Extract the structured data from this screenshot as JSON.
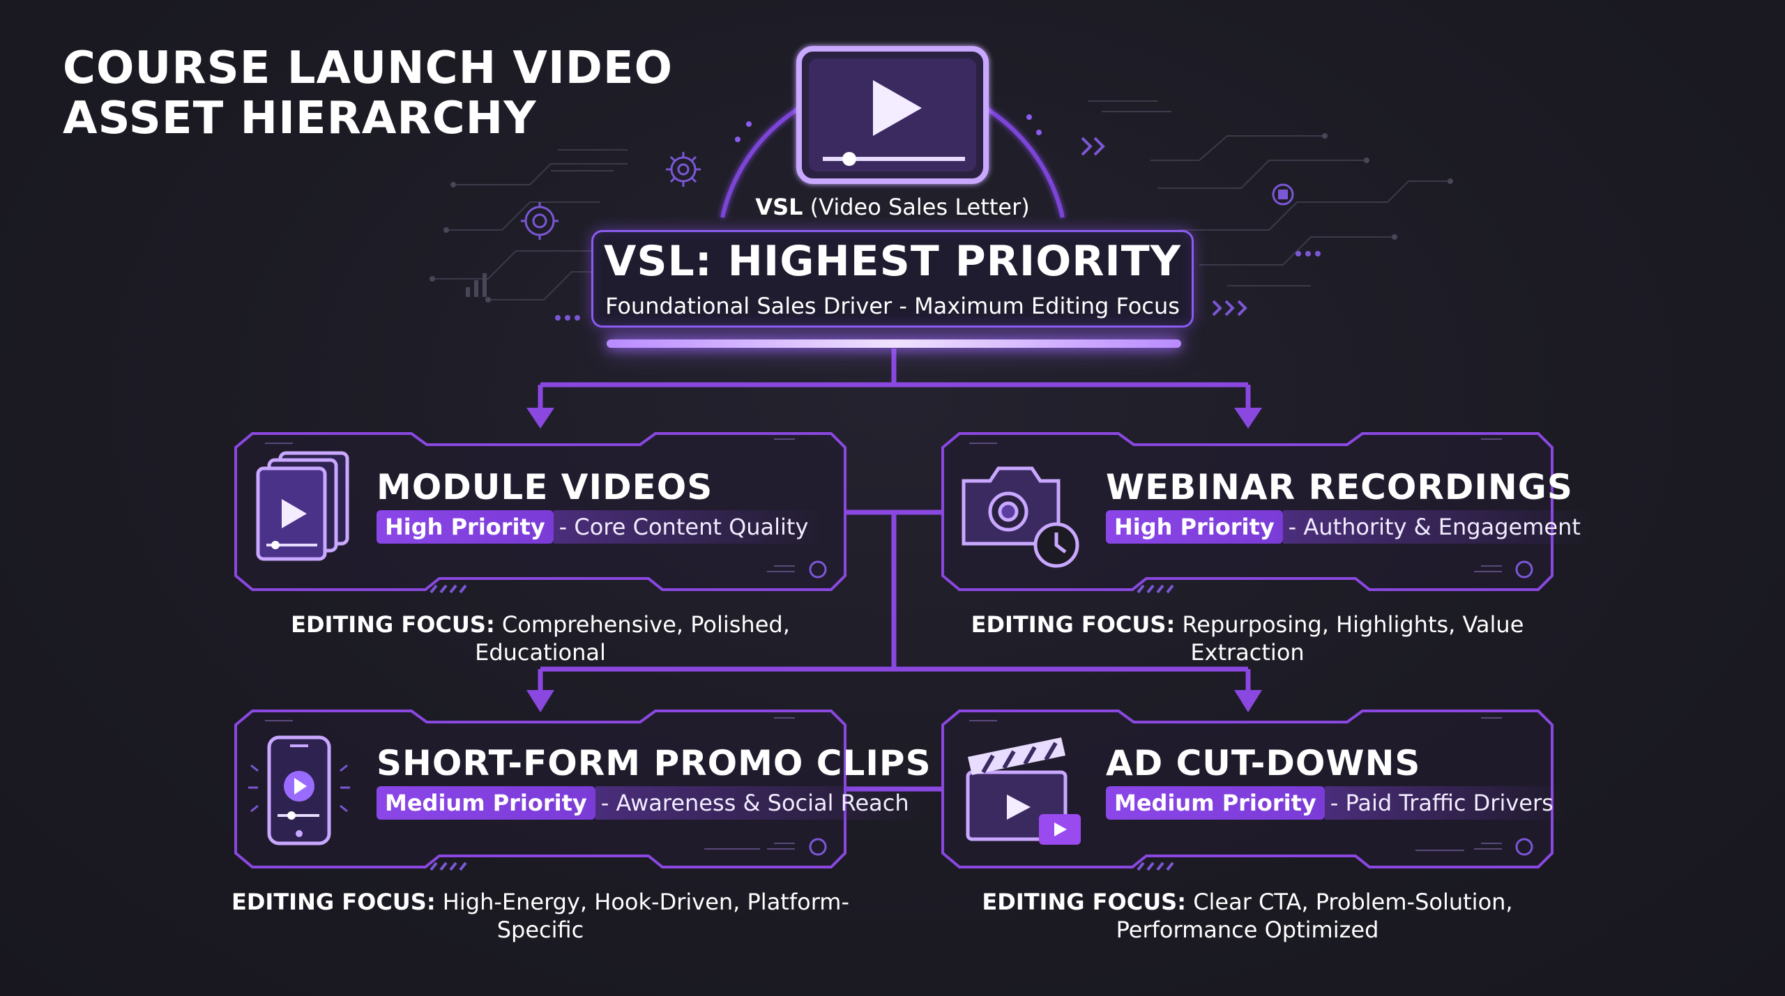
{
  "title": {
    "line1": "COURSE LAUNCH VIDEO",
    "line2": "ASSET HIERARCHY"
  },
  "vsl": {
    "caption_bold": "VSL",
    "caption_rest": " (Video Sales Letter)",
    "title": "VSL: HIGHEST PRIORITY",
    "subtitle": "Foundational Sales Driver - Maximum Editing Focus"
  },
  "focus_prefix": "EDITING FOCUS:",
  "cards": [
    {
      "title": "MODULE VIDEOS",
      "priority": "High Priority",
      "priority_desc": "- Core Content Quality",
      "focus": "Comprehensive, Polished, Educational",
      "icon": "video-files-icon"
    },
    {
      "title": "WEBINAR RECORDINGS",
      "priority": "High Priority",
      "priority_desc": "- Authority & Engagement",
      "focus": "Repurposing, Highlights, Value Extraction",
      "icon": "camera-clock-icon"
    },
    {
      "title": "SHORT-FORM PROMO CLIPS",
      "priority": "Medium Priority",
      "priority_desc": "- Awareness & Social Reach",
      "focus": "High-Energy, Hook-Driven, Platform-Specific",
      "icon": "smartphone-play-icon"
    },
    {
      "title": "AD CUT-DOWNS",
      "priority": "Medium Priority",
      "priority_desc": "- Paid Traffic Drivers",
      "focus": "Clear CTA, Problem-Solution, Performance Optimized",
      "icon": "clapperboard-icon"
    }
  ],
  "colors": {
    "accent": "#8a5cf0",
    "glow": "#b98bff",
    "badge": "#8b46e8",
    "background": "#1c1b24"
  }
}
